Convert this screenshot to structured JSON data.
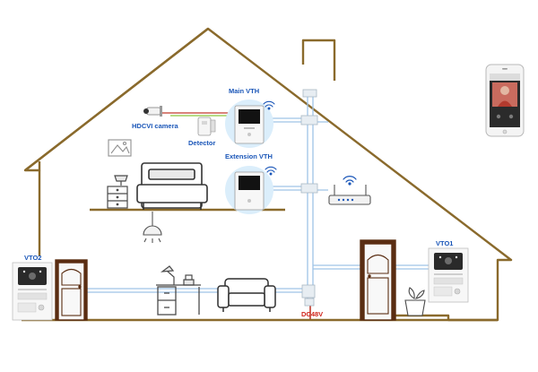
{
  "labels": {
    "main_vth": "Main VTH",
    "extension_vth": "Extension VTH",
    "hdcvi_camera": "HDCVI camera",
    "detector": "Detector",
    "vto2": "VTO2",
    "vto1": "VTO1",
    "power": "DC48V"
  },
  "colors": {
    "house_outline": "#8a6a2c",
    "cable_blue": "#9fc3e6",
    "cable_red": "#c0392b",
    "cable_green": "#8cc63f",
    "label_blue": "#1a56b8",
    "label_red": "#d0241b",
    "vth_halo": "#dbeefb"
  },
  "icons": [
    "house-icon",
    "door-icon",
    "bed-icon",
    "nightstand-icon",
    "picture-frame-icon",
    "ceiling-lamp-icon",
    "desk-icon",
    "desk-lamp-icon",
    "sofa-icon",
    "plant-icon",
    "router-icon",
    "wifi-icon",
    "camera-icon",
    "smartphone-icon"
  ]
}
